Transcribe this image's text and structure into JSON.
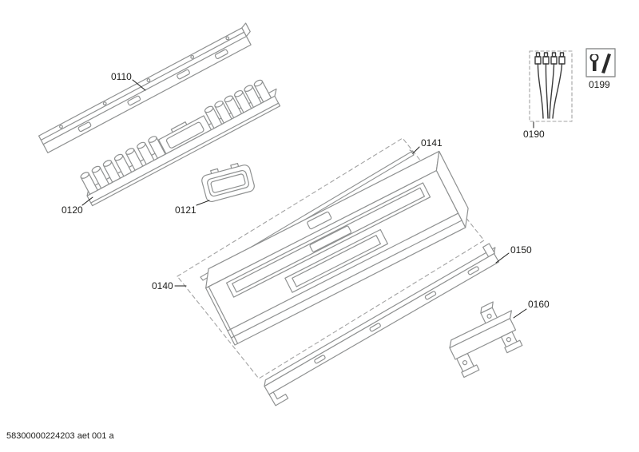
{
  "doc_code": "58300000224203 aet 001 a",
  "labels": {
    "l0110": "0110",
    "l0120": "0120",
    "l0121": "0121",
    "l0140": "0140",
    "l0141": "0141",
    "l0150": "0150",
    "l0160": "0160",
    "l0190": "0190",
    "l0199": "0199"
  },
  "icons": {
    "service_box": "wrench-icon"
  },
  "colors": {
    "line_art": "#8f9191",
    "dashed_outline": "#a3a3a3",
    "label_text": "#1d1d1b",
    "dark_detail": "#2b2b2b",
    "background": "#ffffff"
  }
}
